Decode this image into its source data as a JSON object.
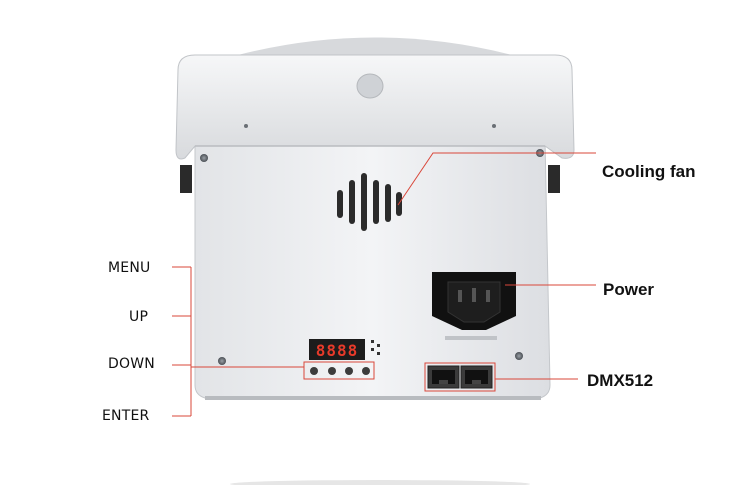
{
  "colors": {
    "accent_line": "#d9473a",
    "body_light": "#eeeff1",
    "body_shadow": "#c9cbcf",
    "display_bg": "#1c1c1c",
    "display_digit": "#e83a2a"
  },
  "display": {
    "digits": "8888"
  },
  "labels_right": [
    {
      "id": "cooling-fan",
      "text": "Cooling fan"
    },
    {
      "id": "power",
      "text": "Power"
    },
    {
      "id": "dmx512",
      "text": "DMX512"
    }
  ],
  "labels_left": [
    {
      "id": "menu",
      "text": "MENU"
    },
    {
      "id": "up",
      "text": "UP"
    },
    {
      "id": "down",
      "text": "DOWN"
    },
    {
      "id": "enter",
      "text": "ENTER"
    }
  ],
  "icons": [
    "screw-icon",
    "vent-slot-icon",
    "power-inlet-icon",
    "rj45-port-icon",
    "push-button-icon",
    "mounting-hole-icon"
  ]
}
